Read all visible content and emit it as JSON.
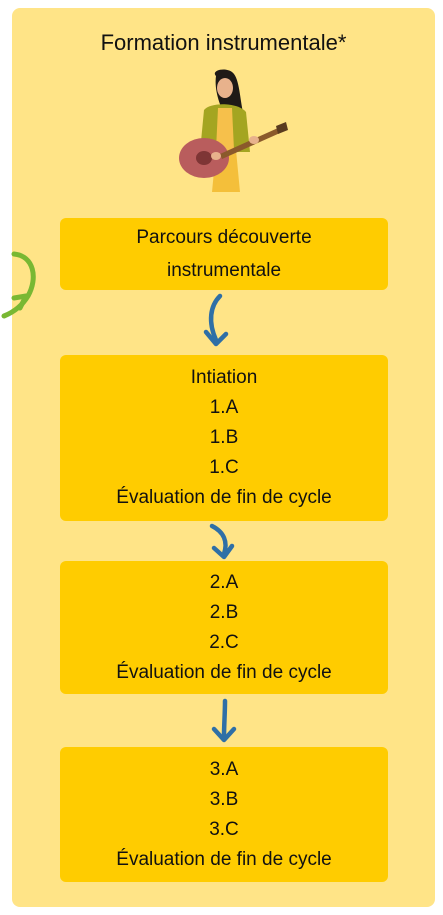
{
  "title": "Formation instrumentale*",
  "boxes": [
    {
      "lines": [
        "Parcours découverte",
        "instrumentale"
      ]
    },
    {
      "lines": [
        "Intiation",
        "1.A",
        "1.B",
        "1.C",
        "Évaluation de fin de cycle"
      ]
    },
    {
      "lines": [
        "2.A",
        "2.B",
        "2.C",
        "Évaluation de fin de cycle"
      ]
    },
    {
      "lines": [
        "3.A",
        "3.B",
        "3.C",
        "Évaluation de fin de cycle"
      ]
    }
  ],
  "icons": {
    "illustration": "guitarist-illustration-icon",
    "arrow": "curved-arrow-down-icon",
    "loop": "loop-arrow-icon"
  },
  "colors": {
    "panel": "#FFE487",
    "box": "#FFCC00",
    "arrow": "#2F6FA6",
    "loop_arrow": "#79B833"
  }
}
